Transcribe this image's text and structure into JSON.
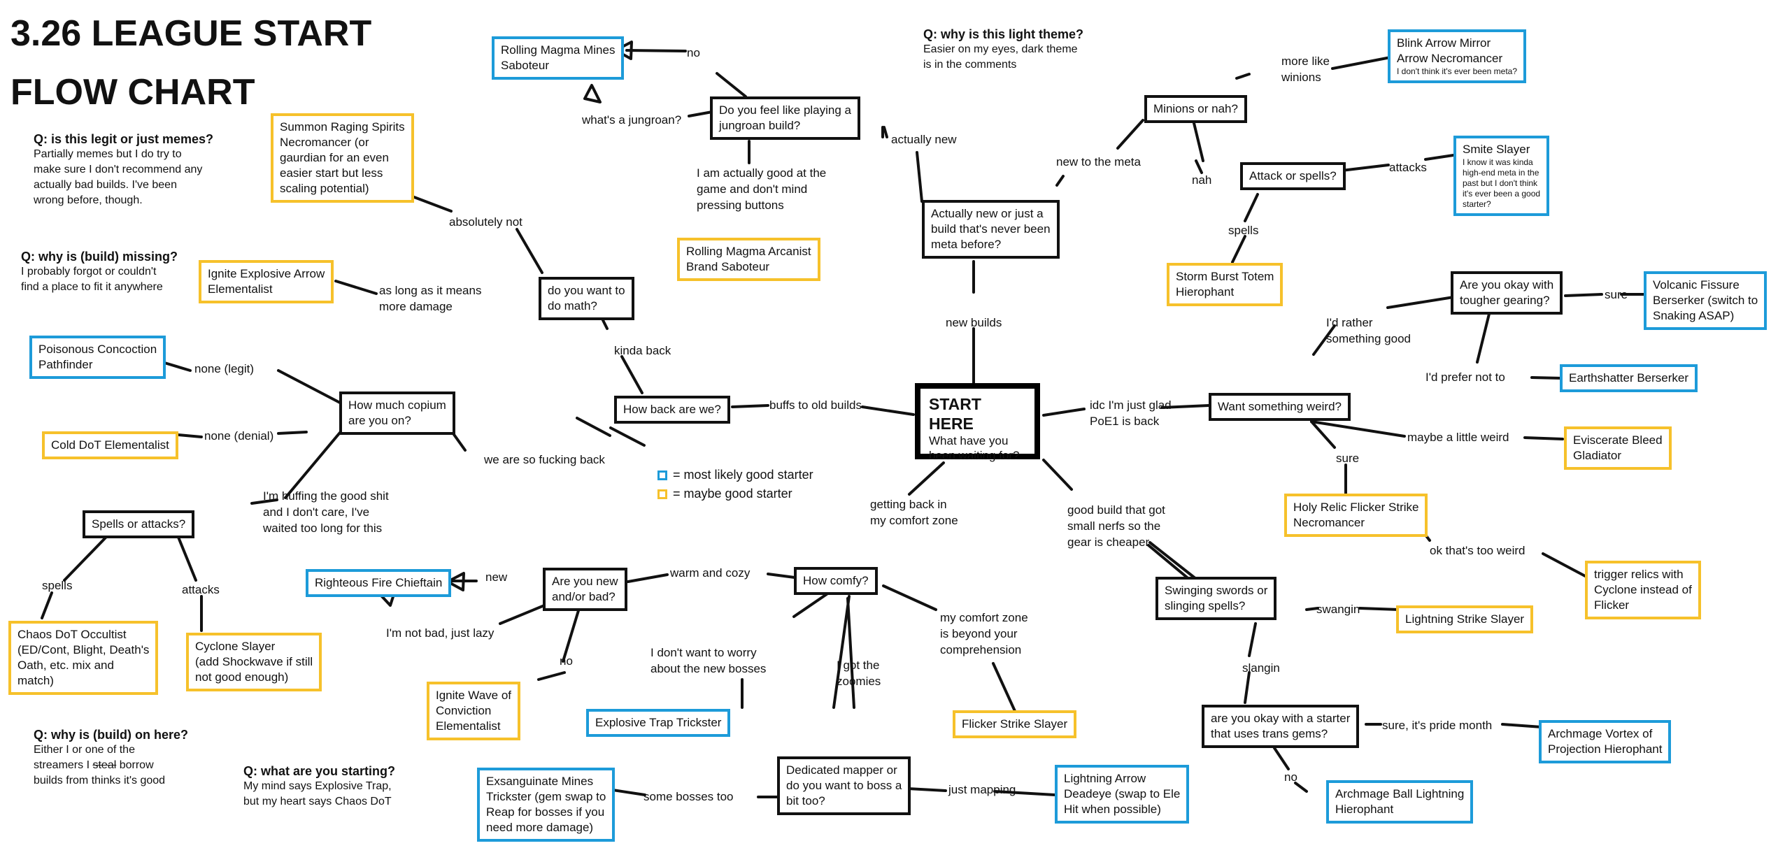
{
  "title": [
    "3.26 LEAGUE START",
    "FLOW CHART"
  ],
  "colors": {
    "likely_good": "#1d9bd9",
    "maybe_good": "#f6c12b",
    "question": "#111111"
  },
  "start": {
    "heading": "START HERE",
    "sub": [
      "What have you",
      "been waiting for?"
    ]
  },
  "faqs": {
    "legit": {
      "q": "Q: is this legit or just memes?",
      "a": "Partially memes but I do try to\nmake sure I don't recommend any\nactually bad builds. I've been\nwrong before, though."
    },
    "missing": {
      "q": "Q: why is (build) missing?",
      "a": "I probably forgot or couldn't\nfind a place to fit it anywhere"
    },
    "on_here": {
      "q": "Q: why is (build) on here?",
      "a_line1": "Either I or one of the",
      "a_line2_pre": "streamers I ",
      "a_line2_strike": "steal",
      "a_line2_post": " borrow",
      "a_line3": "builds from thinks it's good"
    },
    "starting": {
      "q": "Q: what are you starting?",
      "a": "My mind says Explosive Trap,\nbut my heart says Chaos DoT"
    },
    "light": {
      "q": "Q: why is this light theme?",
      "a": "Easier on my eyes, dark theme\nis in the comments"
    }
  },
  "legend": {
    "blue": "= most likely good starter",
    "yellow": "= maybe good starter"
  },
  "questions": {
    "jungroan": [
      "Do you feel like playing a",
      "jungroan build?"
    ],
    "math": [
      "do you want to",
      "do math?"
    ],
    "how_back": [
      "How back are we?"
    ],
    "copium": [
      "How much copium",
      "are you on?"
    ],
    "spells_attacks": [
      "Spells or attacks?"
    ],
    "new_bad": [
      "Are you new",
      "and/or bad?"
    ],
    "comfy": [
      "How comfy?"
    ],
    "dedicated": [
      "Dedicated mapper or",
      "do you want to boss a",
      "bit too?"
    ],
    "actually_new": [
      "Actually new or just a",
      "build that's never been",
      "meta before?"
    ],
    "minions": [
      "Minions or nah?"
    ],
    "attack_spells": [
      "Attack or spells?"
    ],
    "tougher": [
      "Are you okay with",
      "tougher gearing?"
    ],
    "weird": [
      "Want something weird?"
    ],
    "swords": [
      "Swinging swords or",
      "slinging spells?"
    ],
    "trans_gems": [
      "are you okay with a starter",
      "that uses trans gems?"
    ]
  },
  "builds": {
    "magma_saboteur": [
      "Rolling Magma Mines",
      "Saboteur"
    ],
    "srs": [
      "Summon Raging Spirits",
      "Necromancer (or",
      "gaurdian for an even",
      "easier start but less",
      "scaling potential)"
    ],
    "arcanist": [
      "Rolling Magma Arcanist",
      "Brand Saboteur"
    ],
    "iea": [
      "Ignite Explosive Arrow",
      "Elementalist"
    ],
    "poison_conc": [
      "Poisonous Concoction",
      "Pathfinder"
    ],
    "cold_dot": [
      "Cold DoT Elementalist"
    ],
    "rf": [
      "Righteous Fire Chieftain"
    ],
    "chaos_dot": [
      "Chaos DoT Occultist",
      "(ED/Cont, Blight, Death's",
      "Oath, etc. mix and",
      "match)"
    ],
    "cyclone": [
      "Cyclone Slayer",
      "(add Shockwave if still",
      "not good enough)"
    ],
    "ignite_wave": [
      "Ignite Wave of",
      "Conviction",
      "Elementalist"
    ],
    "exp_trap": [
      "Explosive Trap Trickster"
    ],
    "exsang": [
      "Exsanguinate Mines",
      "Trickster (gem swap to",
      "Reap for bosses if you",
      "need more damage)"
    ],
    "flicker": [
      "Flicker Strike Slayer"
    ],
    "la_deadeye": [
      "Lightning Arrow",
      "Deadeye (swap to Ele",
      "Hit when possible)"
    ],
    "blink": [
      "Blink Arrow Mirror",
      "Arrow Necromancer"
    ],
    "blink_note": "I don't think it's ever been meta?",
    "smite": [
      "Smite Slayer"
    ],
    "smite_note": [
      "I know it was kinda",
      "high-end meta in the",
      "past but I don't think",
      "it's ever been a good",
      "starter?"
    ],
    "storm_burst": [
      "Storm Burst Totem",
      "Hierophant"
    ],
    "volcanic": [
      "Volcanic Fissure",
      "Berserker (switch to",
      "Snaking ASAP)"
    ],
    "earthshatter": [
      "Earthshatter Berserker"
    ],
    "eviscerate": [
      "Eviscerate Bleed",
      "Gladiator"
    ],
    "holy_relic": [
      "Holy Relic Flicker Strike",
      "Necromancer"
    ],
    "trigger_relics": [
      "trigger relics with",
      "Cyclone instead of",
      "Flicker"
    ],
    "lightning_strike": [
      "Lightning Strike Slayer"
    ],
    "vortex": [
      "Archmage Vortex of",
      "Projection Hierophant"
    ],
    "ball_lightning": [
      "Archmage Ball Lightning",
      "Hierophant"
    ]
  },
  "edge_labels": {
    "no_top": "no",
    "jungroan_q": "what's a jungroan?",
    "actually_new": "actually new",
    "good_buttons": [
      "I am actually good at the",
      "game and don't mind",
      "pressing buttons"
    ],
    "absolutely_not": "absolutely not",
    "more_damage": [
      "as long as it means",
      "more damage"
    ],
    "kinda_back": "kinda back",
    "buffs": "buffs to old builds",
    "none_legit": "none (legit)",
    "none_denial": "none (denial)",
    "fucking_back": "we are so fucking back",
    "huffing": [
      "I'm huffing the good shit",
      "and I don't care, I've",
      "waited too long for this"
    ],
    "spells": "spells",
    "attacks": "attacks",
    "new": "new",
    "not_bad": "I'm not bad, just lazy",
    "no_mid": "no",
    "warm": "warm and cozy",
    "bosses": [
      "I don't want to worry",
      "about the new bosses"
    ],
    "zoomies": [
      "I got the",
      "zoomies"
    ],
    "beyond": [
      "my comfort zone",
      "is beyond your",
      "comprehension"
    ],
    "some_bosses": "some bosses too",
    "just_mapping": "just mapping",
    "comfort_zone": [
      "getting back in",
      "my comfort zone"
    ],
    "new_builds": "new builds",
    "new_meta": "new to the meta",
    "winions": [
      "more like",
      "winions"
    ],
    "nah": "nah",
    "attacks_r": "attacks",
    "spells_r": "spells",
    "glad": [
      "idc I'm just glad",
      "PoE1 is back"
    ],
    "something_good": [
      "I'd rather",
      "something good"
    ],
    "sure_top": "sure",
    "prefer_not": "I'd prefer not to",
    "little_weird": "maybe a little weird",
    "sure_mid": "sure",
    "too_weird": "ok that's too weird",
    "small_nerfs": [
      "good build that got",
      "small nerfs so the",
      "gear is cheaper"
    ],
    "swangin": "swangin",
    "slangin": "slangin",
    "pride": "sure, it's pride month",
    "no_bottom": "no"
  }
}
